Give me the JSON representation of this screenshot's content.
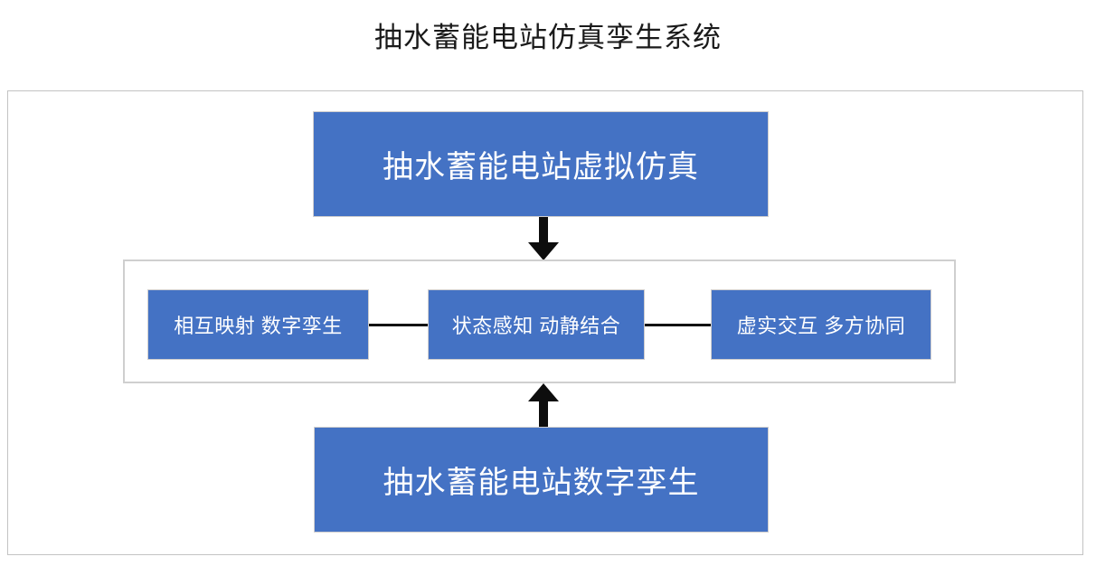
{
  "page": {
    "title": "抽水蓄能电站仿真孪生系统",
    "background_color": "#ffffff"
  },
  "colors": {
    "box_fill": "#4472C4",
    "box_text": "#ffffff",
    "frame_border": "#c3c3c3",
    "inner_frame_border": "#cfcfcf",
    "arrow": "#0d0d0d",
    "connector": "#121212",
    "title_text": "#1a1a1a"
  },
  "diagram": {
    "top_node": {
      "label": "抽水蓄能电站虚拟仿真"
    },
    "bottom_node": {
      "label": "抽水蓄能电站数字孪生"
    },
    "middle_group": {
      "nodes": [
        {
          "label": "相互映射 数字孪生"
        },
        {
          "label": "状态感知 动静结合"
        },
        {
          "label": "虚实交互 多方协同"
        }
      ]
    },
    "arrows": [
      {
        "name": "arrow-top-to-middle",
        "direction": "down"
      },
      {
        "name": "arrow-bottom-to-middle",
        "direction": "up"
      }
    ],
    "connectors": [
      {
        "name": "connector-node1-node2"
      },
      {
        "name": "connector-node2-node3"
      }
    ]
  }
}
